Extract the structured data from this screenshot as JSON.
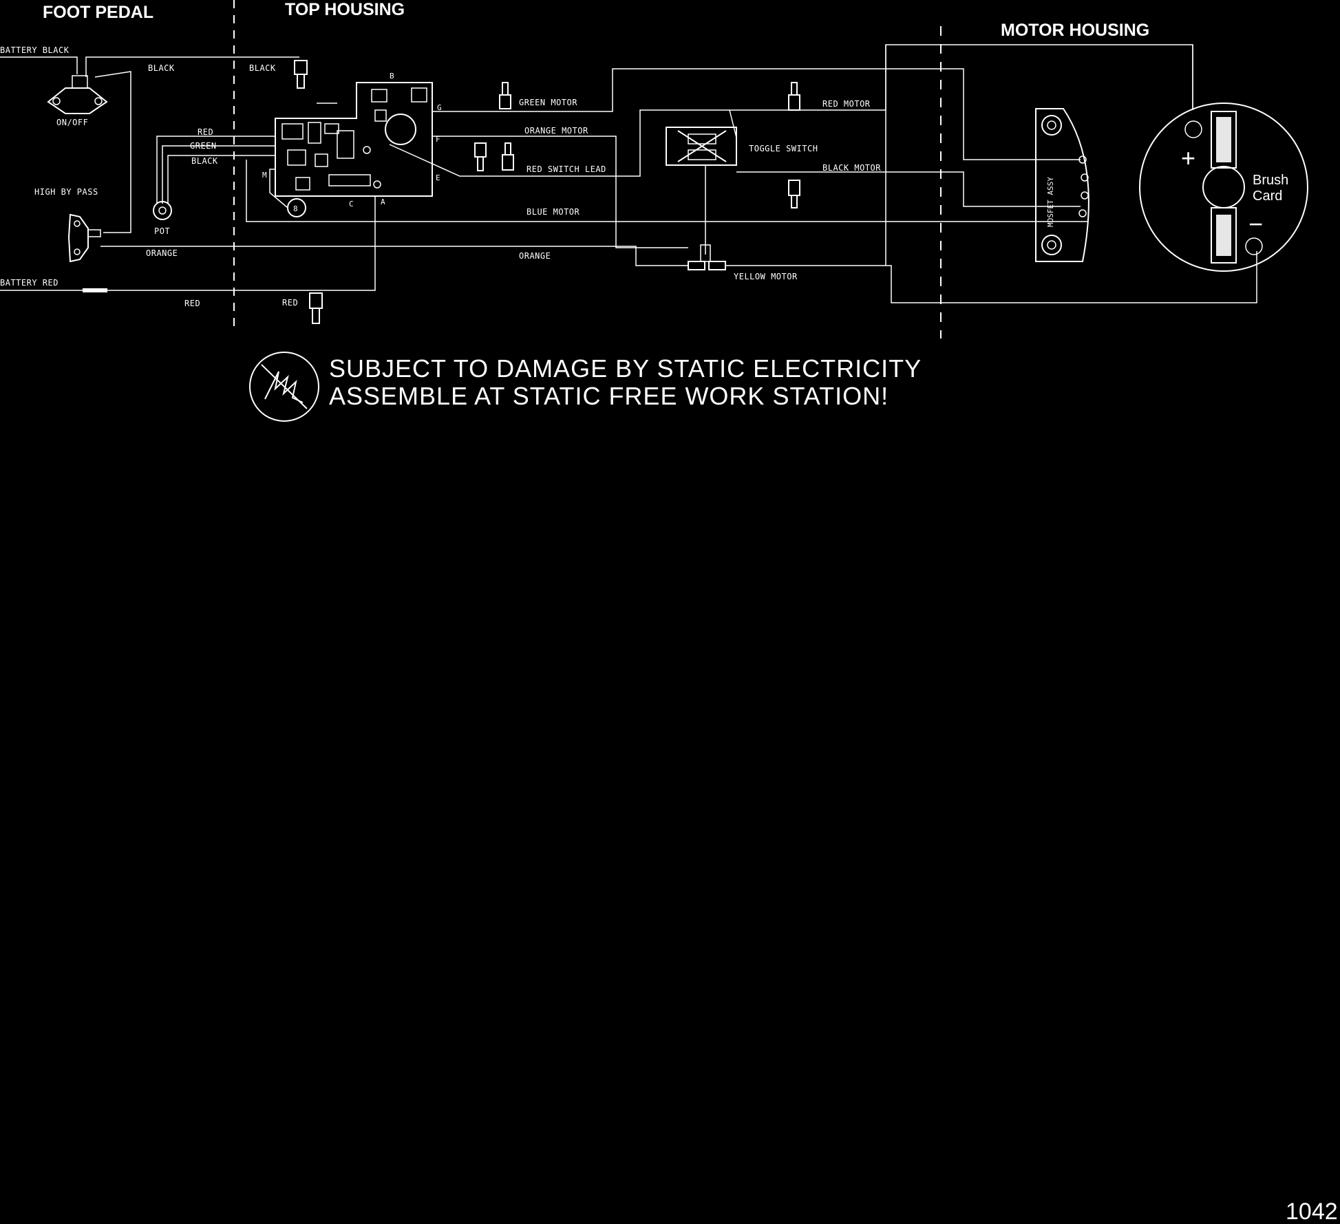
{
  "sections": {
    "foot_pedal": "FOOT PEDAL",
    "top_housing": "TOP HOUSING",
    "motor_housing": "MOTOR HOUSING"
  },
  "foot_pedal": {
    "battery_black": "BATTERY BLACK",
    "black": "BLACK",
    "on_off": "ON/OFF",
    "red": "RED",
    "green": "GREEN",
    "black2": "BLACK",
    "high_by_pass": "HIGH BY PASS",
    "pot": "POT",
    "orange": "ORANGE",
    "battery_red": "BATTERY RED",
    "red_bottom": "RED"
  },
  "top_housing": {
    "black": "BLACK",
    "red": "RED",
    "pin_b": "B",
    "pin_g": "G",
    "pin_f": "F",
    "pin_e": "E",
    "pin_a": "A",
    "pin_c": "C",
    "pin_m": "M",
    "pin_8": "8"
  },
  "wires": {
    "green_motor": "GREEN MOTOR",
    "orange_motor": "ORANGE MOTOR",
    "red_switch_lead": "RED SWITCH LEAD",
    "blue_motor": "BLUE MOTOR",
    "orange": "ORANGE",
    "yellow_motor": "YELLOW MOTOR",
    "red_motor": "RED MOTOR",
    "black_motor": "BLACK MOTOR",
    "toggle_switch": "TOGGLE SWITCH"
  },
  "motor_housing": {
    "mosfet_assy": "MOSFET ASSY",
    "brush_card_1": "Brush",
    "brush_card_2": "Card",
    "plus": "+",
    "minus": "−"
  },
  "warning": {
    "line1": "SUBJECT TO DAMAGE BY STATIC ELECTRICITY",
    "line2": "ASSEMBLE AT STATIC FREE WORK STATION!"
  },
  "page_number": "1042"
}
